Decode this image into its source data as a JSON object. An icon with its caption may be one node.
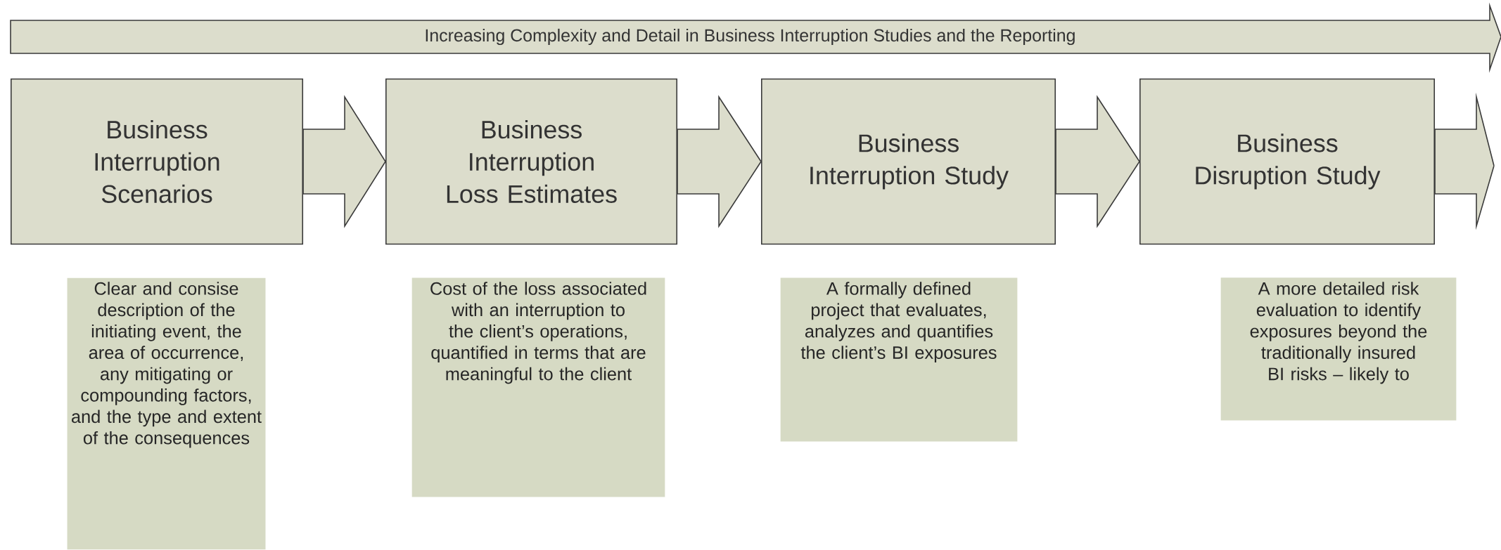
{
  "diagram": {
    "nodes": [
      {
        "text": [
          "Increasing Complexity and Detail in Business Interruption Studies and the Reporting"
        ]
      },
      {
        "text": [
          "Business Interruption Scenarios"
        ]
      },
      {
        "text": [
          "Business Interruption Loss Estimates"
        ]
      },
      {
        "text": [
          "Business Interruption Study"
        ]
      },
      {
        "text": [
          "Business Disruption Study"
        ]
      },
      {
        "text": [
          "Clear and consise description of the initiating event, the area of occurrence, any mitigating or compounding factors, and the type and extent of the consequences"
        ]
      },
      {
        "text": [
          "Cost of the loss associated with an interruption to the client’s operations, quantified in terms that are meaningful to the client"
        ]
      },
      {
        "text": [
          "A formally defined project that evaluates, analyzes and quantifies the client’s BI exposures"
        ]
      },
      {
        "text": [
          "A more detailed risk evaluation to identify exposures beyond the traditionally insured BI risks – likely to"
        ]
      }
    ],
    "edges": [
      {
        "from": 1,
        "to": 2,
        "arrow": "to"
      },
      {
        "from": 2,
        "to": 3,
        "arrow": "to"
      },
      {
        "from": 3,
        "to": 4,
        "arrow": "to"
      },
      {
        "from": 4,
        "to": null,
        "arrow": "to"
      }
    ]
  }
}
